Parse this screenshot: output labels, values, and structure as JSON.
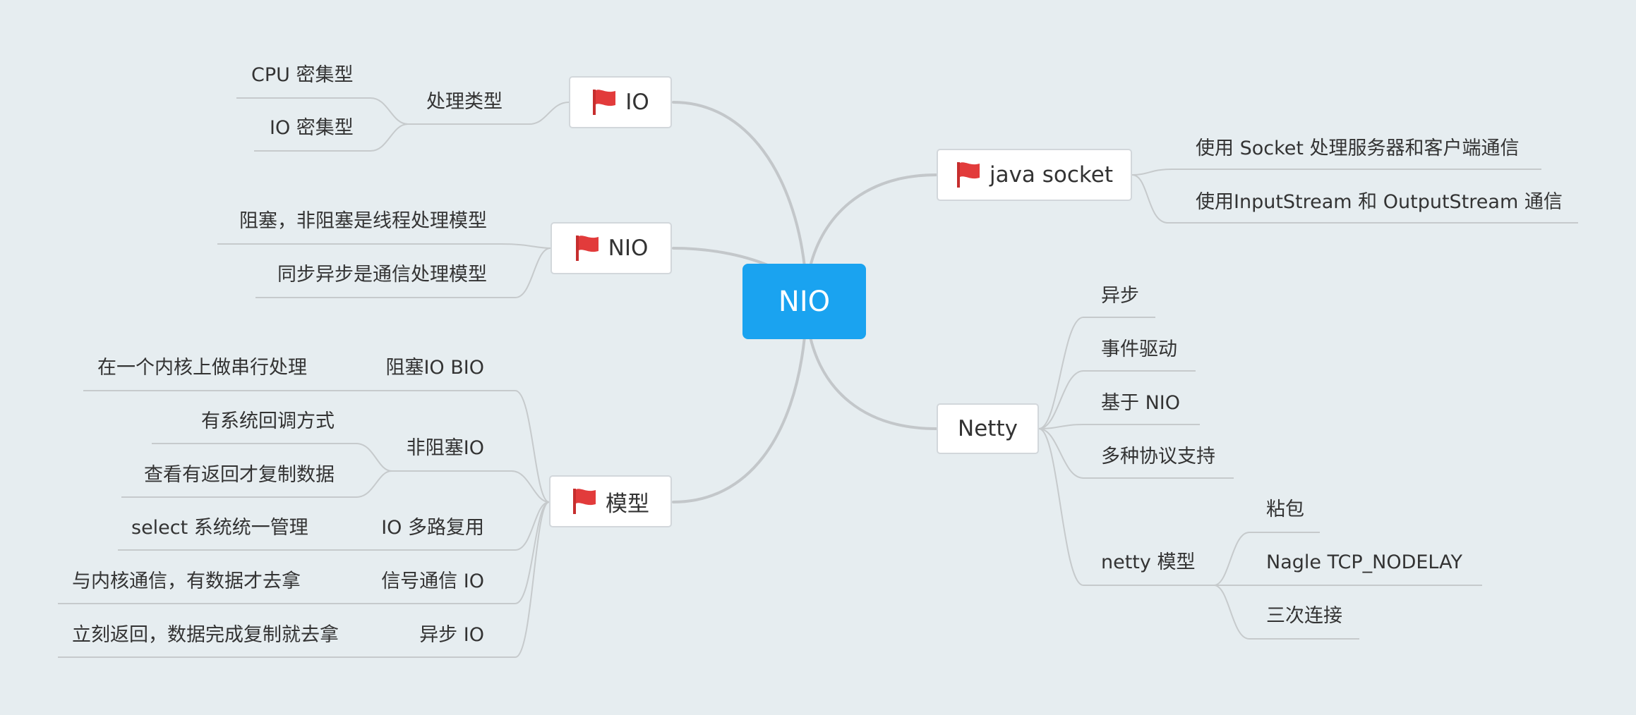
{
  "center": {
    "label": "NIO"
  },
  "io": {
    "label": "IO",
    "processing_type": {
      "label": "处理类型",
      "children": [
        "CPU 密集型",
        "IO 密集型"
      ]
    }
  },
  "nio": {
    "label": "NIO",
    "children": [
      "阻塞，非阻塞是线程处理模型",
      "同步异步是通信处理模型"
    ]
  },
  "model": {
    "label": "模型",
    "blocking_bio": {
      "label": "阻塞IO BIO",
      "children": [
        "在一个内核上做串行处理"
      ]
    },
    "nonblocking_io": {
      "label": "非阻塞IO",
      "children": [
        "有系统回调方式",
        "查看有返回才复制数据"
      ]
    },
    "multiplexing": {
      "label": "IO 多路复用",
      "children": [
        "select 系统统一管理"
      ]
    },
    "signal_io": {
      "label": "信号通信 IO",
      "children": [
        "与内核通信，有数据才去拿"
      ]
    },
    "async_io": {
      "label": "异步 IO",
      "children": [
        "立刻返回，数据完成复制就去拿"
      ]
    }
  },
  "java_socket": {
    "label": "java socket",
    "children": [
      "使用 Socket 处理服务器和客户端通信",
      "使用InputStream 和 OutputStream 通信"
    ]
  },
  "netty": {
    "label": "Netty",
    "children": [
      "异步",
      "事件驱动",
      "基于 NIO",
      "多种协议支持"
    ],
    "netty_model": {
      "label": "netty 模型",
      "children": [
        "粘包",
        "Nagle TCP_NODELAY",
        "三次连接"
      ]
    }
  },
  "colors": {
    "background": "#e6edf0",
    "center_fill": "#1aa3f0",
    "main_line": "#c3c7ca",
    "sub_line": "#c6cacc",
    "flag": "#e23b3b"
  },
  "icons": {
    "topic_marker": "red-flag-icon"
  }
}
